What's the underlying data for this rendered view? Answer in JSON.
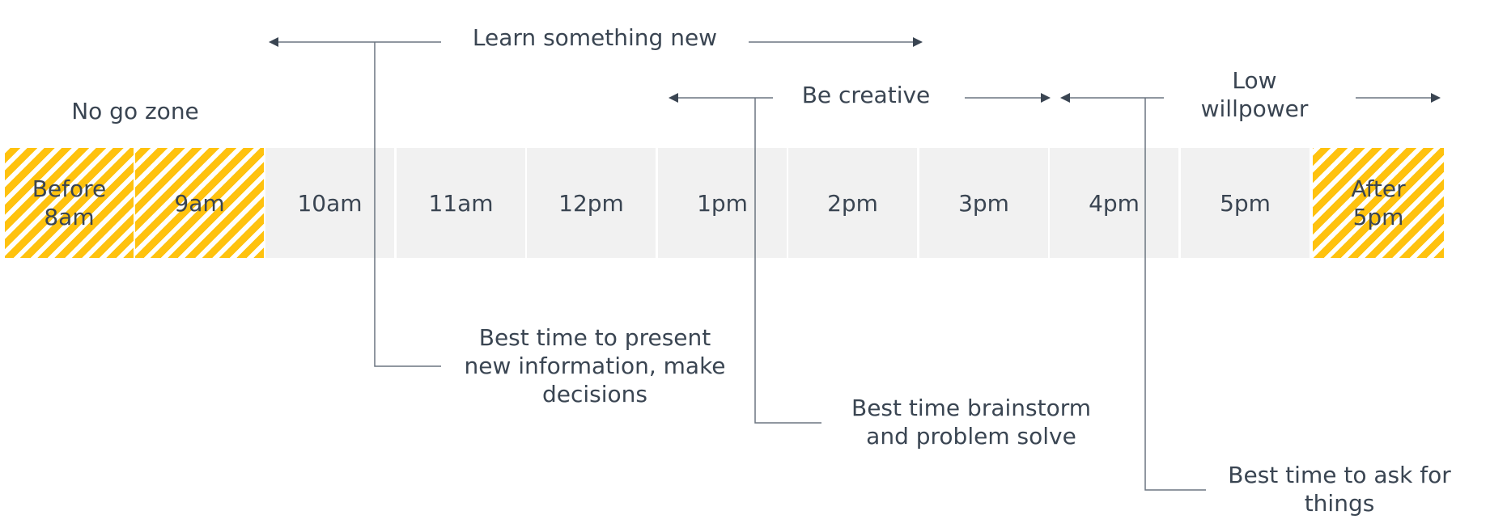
{
  "timeline": {
    "slots": [
      {
        "label": "Before\n8am",
        "zone": "no-go"
      },
      {
        "label": "9am",
        "zone": "no-go"
      },
      {
        "label": "10am",
        "zone": "normal"
      },
      {
        "label": "11am",
        "zone": "normal"
      },
      {
        "label": "12pm",
        "zone": "normal"
      },
      {
        "label": "1pm",
        "zone": "normal"
      },
      {
        "label": "2pm",
        "zone": "normal"
      },
      {
        "label": "3pm",
        "zone": "normal"
      },
      {
        "label": "4pm",
        "zone": "normal"
      },
      {
        "label": "5pm",
        "zone": "normal"
      },
      {
        "label": "After\n5pm",
        "zone": "no-go"
      }
    ]
  },
  "ranges": {
    "learn": "Learn something new",
    "creative": "Be creative",
    "willpower": "Low\nwillpower",
    "no_go": "No go zone"
  },
  "callouts": {
    "present": "Best time to present\nnew information, make\ndecisions",
    "brainstorm": "Best time brainstorm\nand problem solve",
    "ask": "Best time to ask for\nthings"
  },
  "colors": {
    "hatch": "#ffc20e",
    "cell": "#f1f1f1",
    "text": "#3a4552",
    "line": "#6b7580"
  }
}
